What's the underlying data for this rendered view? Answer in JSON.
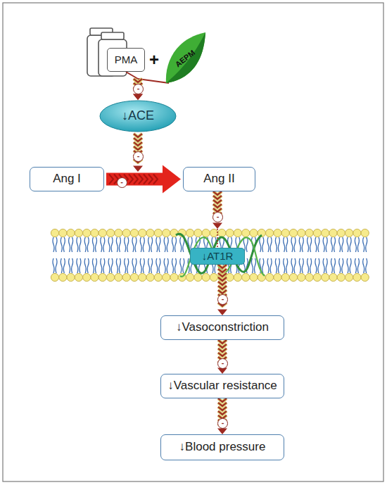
{
  "diagram": {
    "nodes": [
      {
        "text": [
          "PMA"
        ]
      },
      {
        "text": [
          "AEPM"
        ]
      },
      {
        "text": [
          "↓ACE"
        ]
      },
      {
        "text": [
          "Ang I"
        ]
      },
      {
        "text": [
          "Ang II"
        ]
      },
      {
        "text": [
          "↓AT1R"
        ]
      },
      {
        "text": [
          "↓Vasoconstriction"
        ]
      },
      {
        "text": [
          "↓Vascular resistance"
        ]
      },
      {
        "text": [
          "↓Blood pressure"
        ]
      }
    ],
    "edges": [
      {
        "from": 0,
        "to": 2,
        "arrow": "to",
        "label": "-"
      },
      {
        "from": 1,
        "to": 2,
        "arrow": "to"
      },
      {
        "from": 3,
        "to": 4,
        "arrow": "to",
        "label": "-"
      },
      {
        "from": 4,
        "to": 5,
        "arrow": "to",
        "label": "-"
      },
      {
        "from": 5,
        "to": 6,
        "arrow": "to",
        "label": "-"
      },
      {
        "from": 6,
        "to": 7,
        "arrow": "to",
        "label": "-"
      },
      {
        "from": 7,
        "to": 8,
        "arrow": "to",
        "label": "-"
      }
    ],
    "labels": [
      "+",
      "-"
    ]
  }
}
